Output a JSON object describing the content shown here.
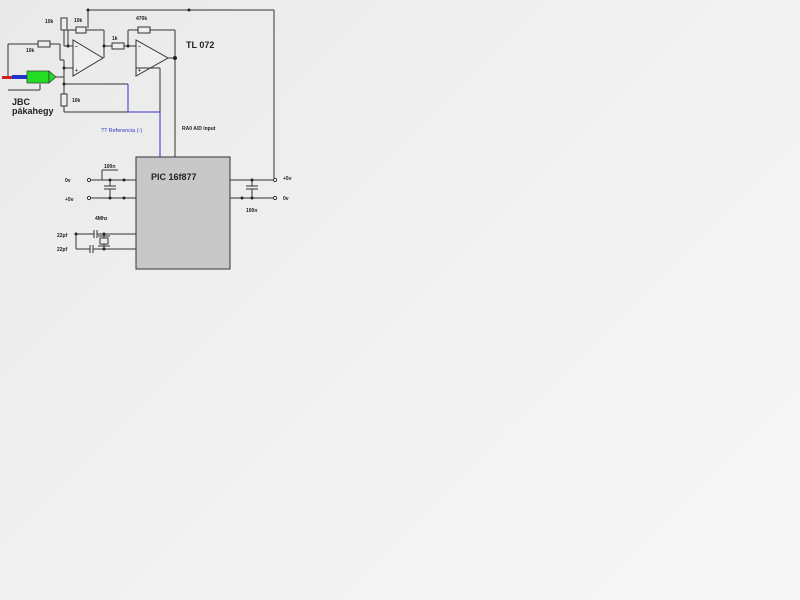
{
  "labels": {
    "r_10k_top": "10k",
    "r_10k_upper": "10k",
    "r_10k_input": "10k",
    "r_10k_lower": "10k",
    "r_1k": "1k",
    "r_470k": "470k",
    "opamp_name": "TL 072",
    "sensor_name_1": "JBC",
    "sensor_name_2": "pákahegy",
    "ref_note": "?? Referencia (-)",
    "ad_note": "RA0 A/D input",
    "pic_name": "PIC 16f877",
    "cap_100n": "100n",
    "v0_left": "0v",
    "v5_left": "+5v",
    "crystal": "4Mhz",
    "cap_22pf_1": "22pf",
    "cap_22pf_2": "22pf",
    "v5_right": "+5v",
    "v0_right": "0v",
    "cap_100n_right": "100n"
  },
  "opamp_signs": {
    "minus": "–",
    "plus": "+"
  },
  "colors": {
    "chip_fill": "#c8c8c8",
    "thermocouple_green": "#22dd22",
    "thermocouple_blue": "#2233cc",
    "thermocouple_red": "#cc2222",
    "ref_wire": "#3333cc"
  }
}
